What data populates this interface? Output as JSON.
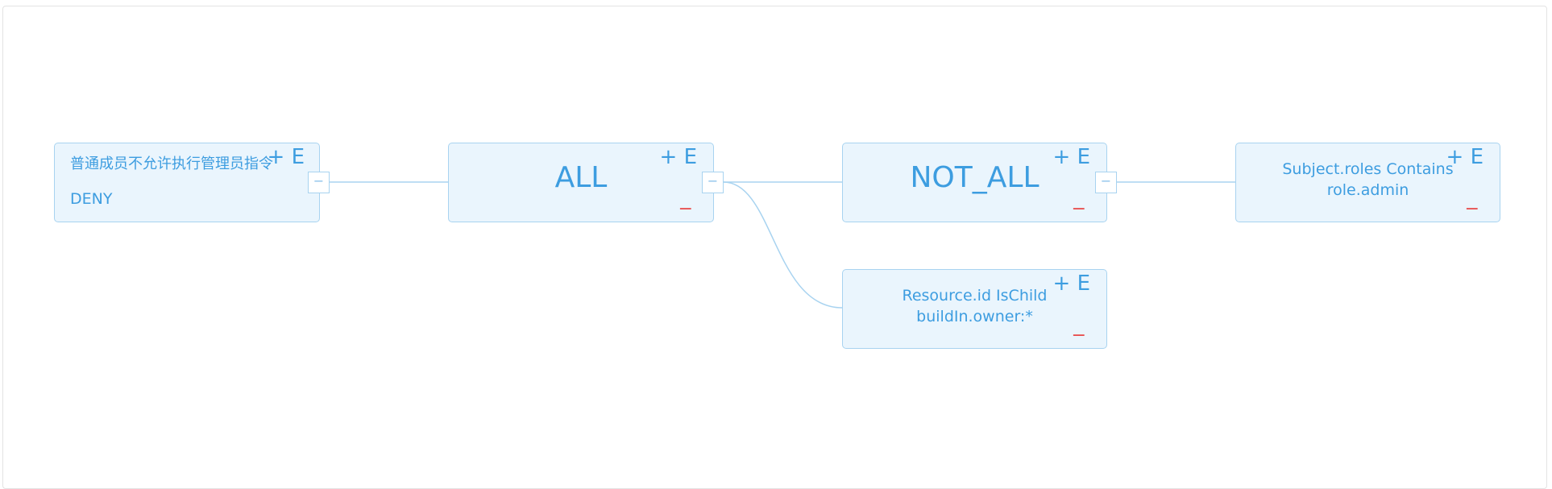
{
  "root": {
    "title": "普通成员不允许执行管理员指令",
    "effect": "DENY",
    "actions": "+ E"
  },
  "nodes": {
    "all": {
      "label": "ALL",
      "actions": "+ E",
      "remove": "−"
    },
    "not_all": {
      "label": "NOT_ALL",
      "actions": "+ E",
      "remove": "−"
    },
    "subject": {
      "label": "Subject.roles Contains role.admin",
      "actions": "+ E",
      "remove": "−"
    },
    "resource": {
      "label": "Resource.id IsChild buildIn.owner:*",
      "actions": "+ E",
      "remove": "−"
    }
  },
  "collapse_symbol": "−",
  "colors": {
    "node_bg": "#eaf5fd",
    "node_border": "#a8d3f0",
    "text": "#3d9de0",
    "remove": "#e84c4c"
  }
}
